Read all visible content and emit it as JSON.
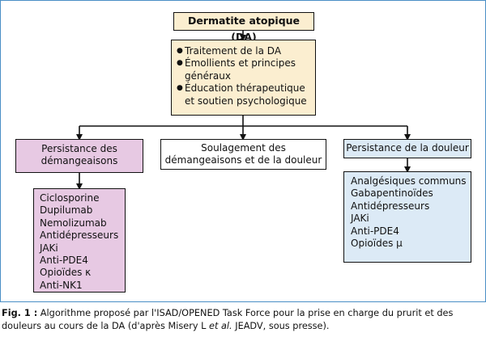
{
  "diagram": {
    "title": "Dermatite atopique (DA)",
    "treatment": {
      "items": [
        "Traitement de la DA",
        "Émollients et principes généraux",
        "Éducation thérapeutique et soutien psychologique"
      ]
    },
    "branches": {
      "left": {
        "heading": "Persistance des démangeaisons",
        "treatments": [
          "Ciclosporine",
          "Dupilumab",
          "Nemolizumab",
          "Antidépresseurs",
          "JAKi",
          "Anti-PDE4",
          "Opioïdes κ",
          "Anti-NK1"
        ]
      },
      "middle": {
        "heading": "Soulagement des démangeaisons et de la douleur"
      },
      "right": {
        "heading": "Persistance de la douleur",
        "treatments": [
          "Analgésiques communs",
          "Gabapentinoïdes",
          "Antidépresseurs",
          "JAKi",
          "Anti-PDE4",
          "Opioïdes µ"
        ]
      }
    },
    "colors": {
      "title_fill": "#fbeed0",
      "itch_fill": "#e7c9e3",
      "pain_fill": "#dceaf6",
      "frame_border": "#4a8fc6"
    }
  },
  "caption": {
    "label": "Fig. 1 :",
    "text_before": " Algorithme proposé par l'ISAD/OPENED Task Force pour la prise en charge du prurit et des douleurs au cours de la DA (d'après Misery L ",
    "italic": "et al.",
    "text_after": " JEADV, sous presse)."
  }
}
